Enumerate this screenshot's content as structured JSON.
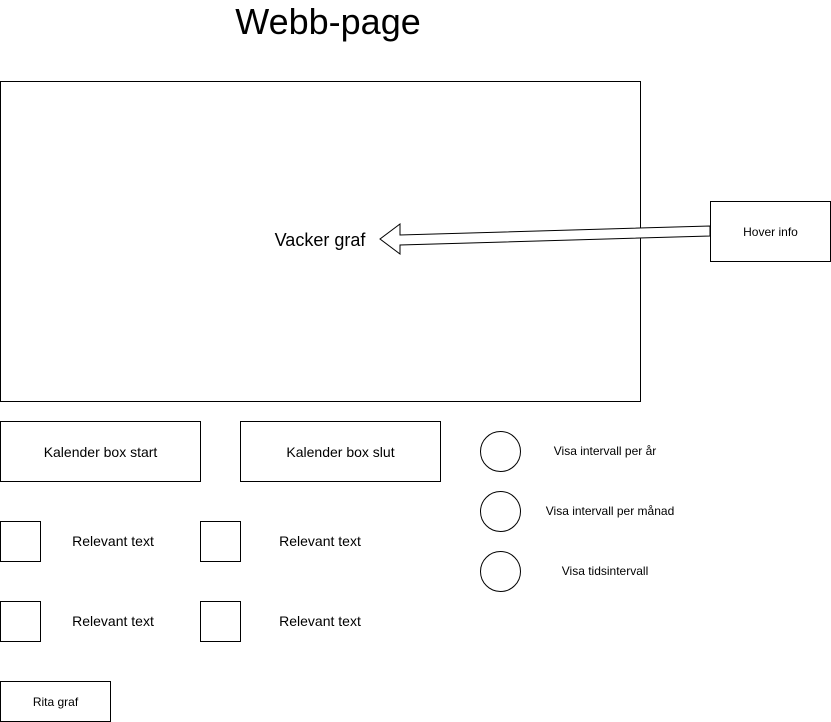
{
  "page": {
    "title": "Webb-page"
  },
  "graph": {
    "label": "Vacker graf"
  },
  "hover": {
    "label": "Hover info"
  },
  "calendar": {
    "start_label": "Kalender box start",
    "end_label": "Kalender box slut"
  },
  "checkboxes": [
    {
      "label": "Relevant text"
    },
    {
      "label": "Relevant text"
    },
    {
      "label": "Relevant text"
    },
    {
      "label": "Relevant text"
    }
  ],
  "radios": [
    {
      "label": "Visa intervall per år"
    },
    {
      "label": "Visa intervall per månad"
    },
    {
      "label": "Visa tidsintervall"
    }
  ],
  "draw_button": {
    "label": "Rita graf"
  }
}
